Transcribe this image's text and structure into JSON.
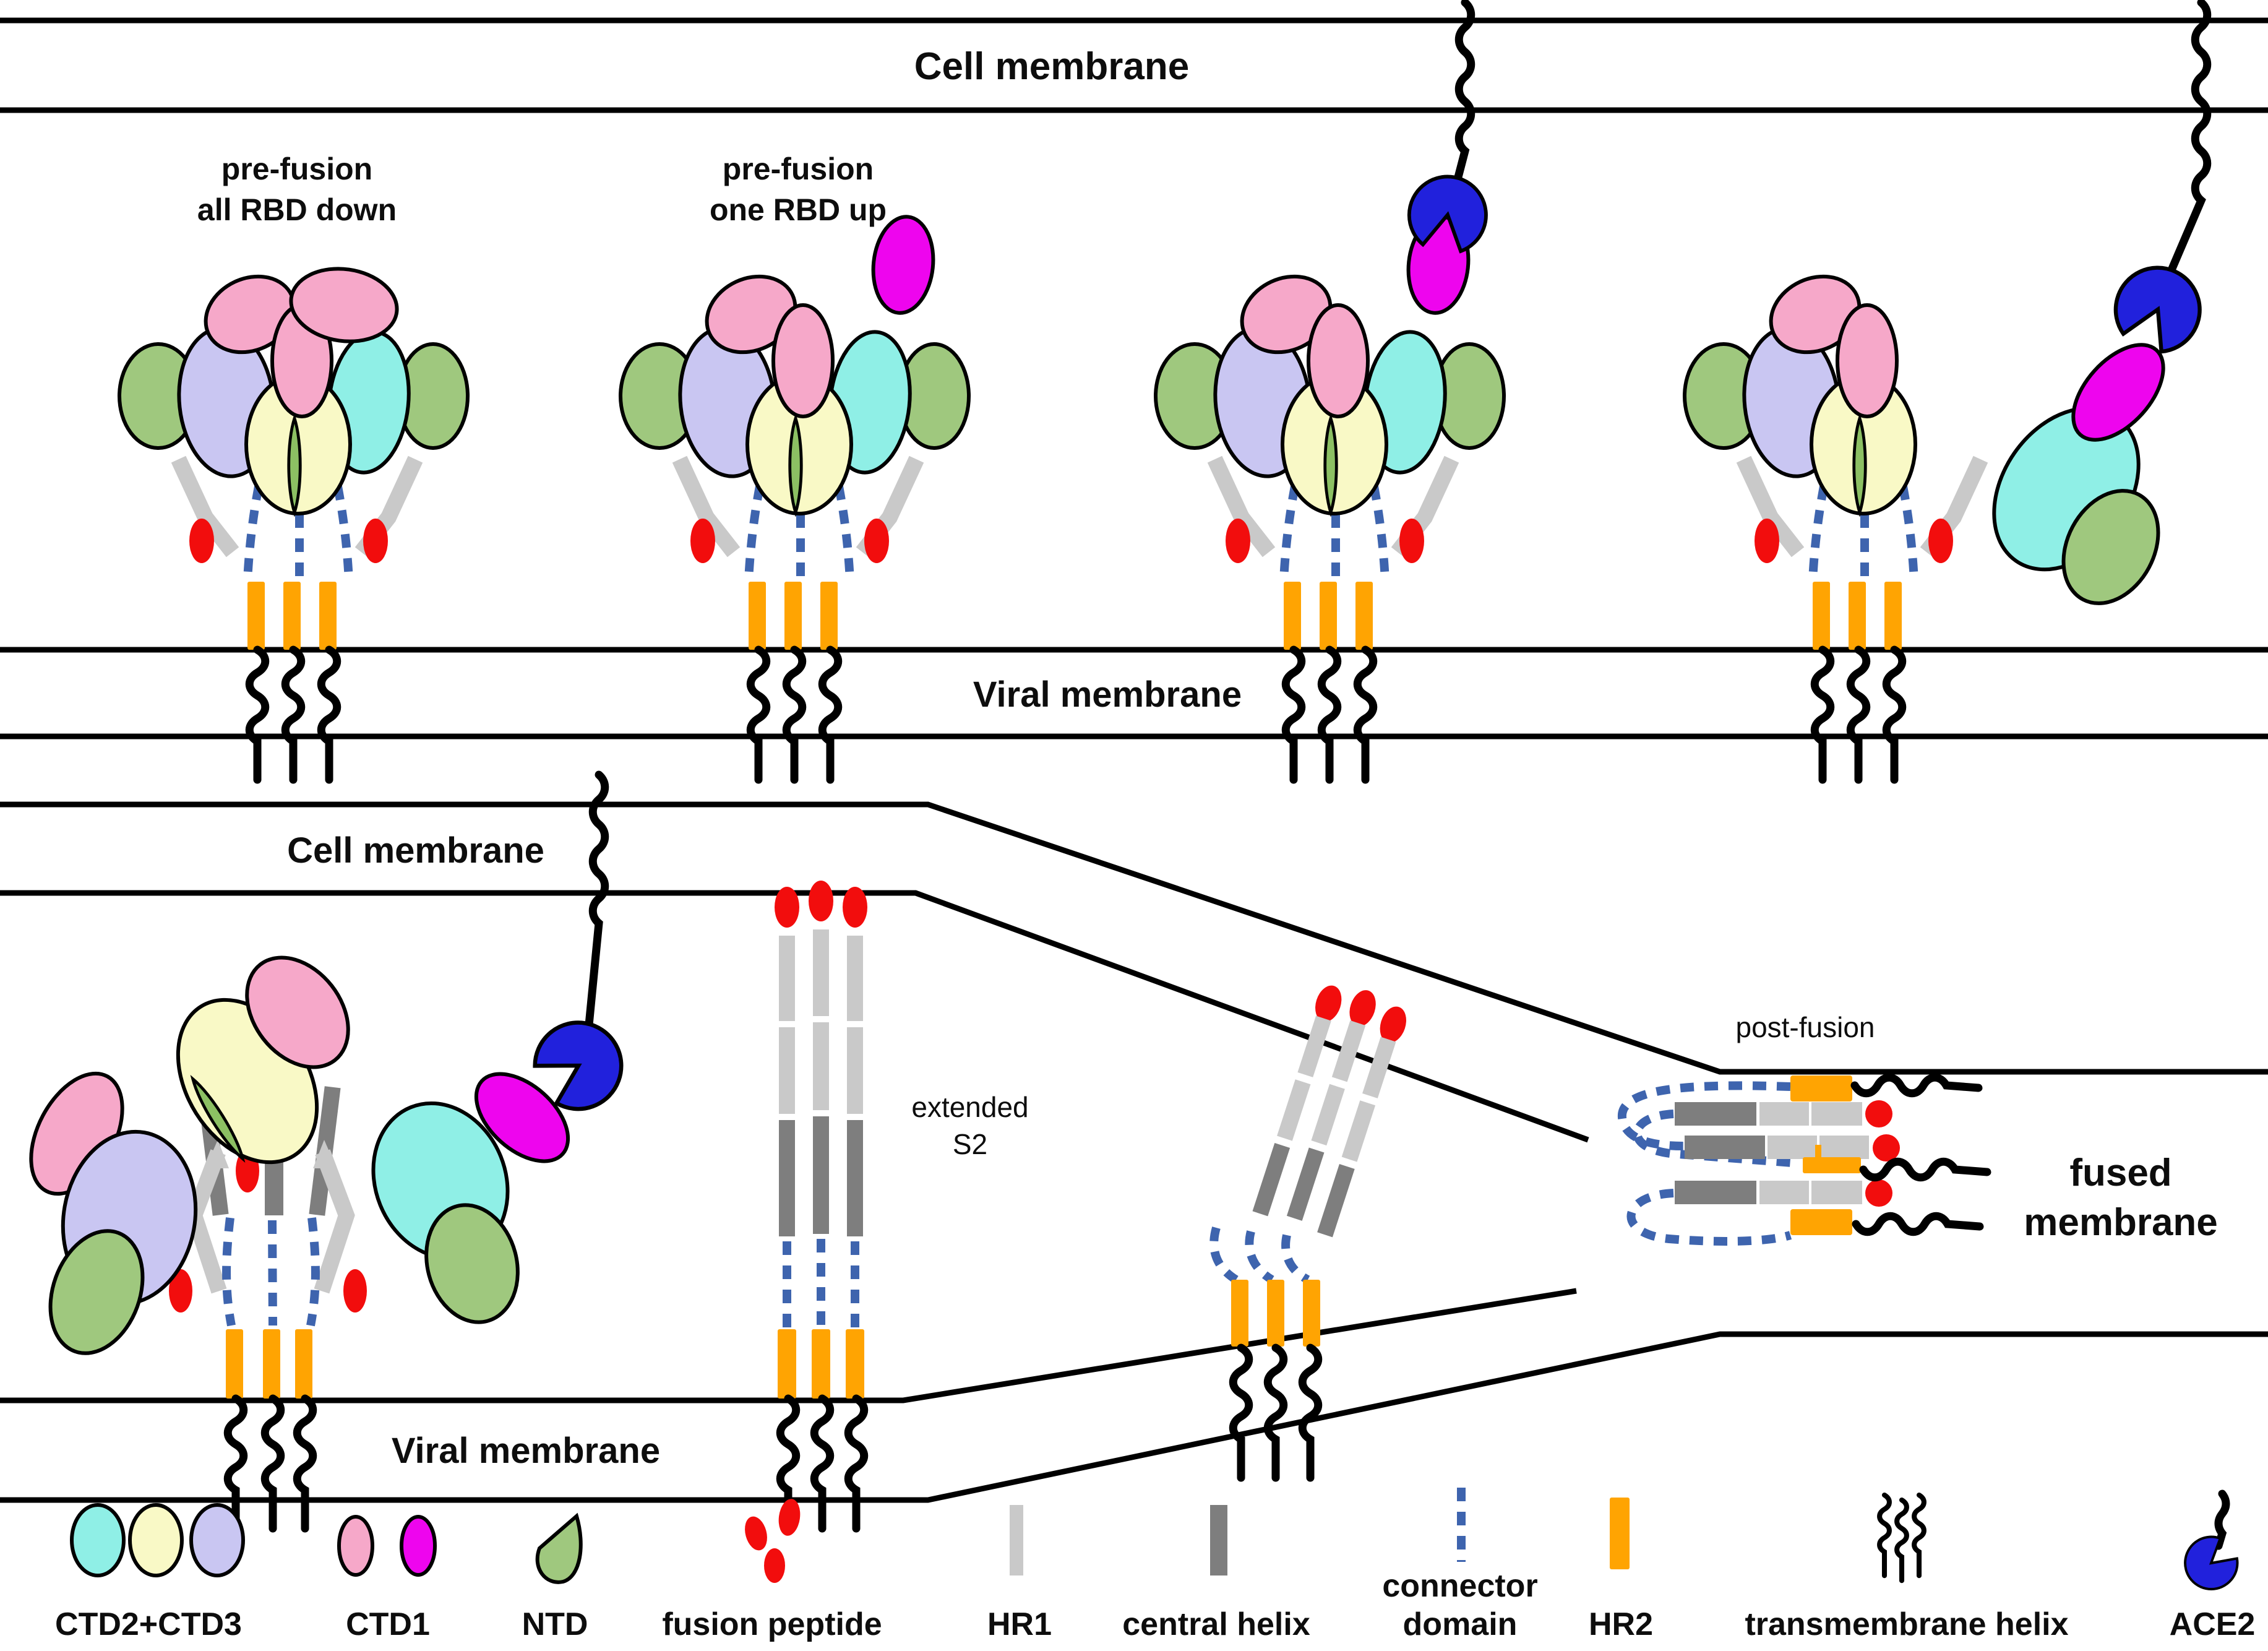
{
  "palette": {
    "pink_rbd_down": "#F6A8C9",
    "magenta_rbd_up": "#EE05EE",
    "lavender_ctd": "#C9C6F2",
    "cyan_ctd": "#8FEFE6",
    "pale_yellow_ctd": "#F9F9C6",
    "ntd_green": "#9FC87E",
    "leaf_green": "#8CC063",
    "hr1_light_gray": "#C9C9C9",
    "central_helix_dark_gray": "#7E7E7E",
    "hr2_orange": "#FFA402",
    "fusion_peptide_red": "#F20D0D",
    "ace2_blue": "#2121DC",
    "connector_blue": "#3E64AE",
    "membrane_black": "#000000"
  },
  "top_panel": {
    "cell_membrane_label": "Cell membrane",
    "viral_membrane_label": "Viral membrane",
    "state_all_down": {
      "line1": "pre-fusion",
      "line2": "all RBD down"
    },
    "state_one_up": {
      "line1": "pre-fusion",
      "line2": "one RBD up"
    }
  },
  "bottom_panel": {
    "cell_membrane_label": "Cell membrane",
    "viral_membrane_label": "Viral membrane",
    "extended_s2": {
      "line1": "extended",
      "line2": "S2"
    },
    "post_fusion_label": "post-fusion",
    "fused_membrane": {
      "line1": "fused",
      "line2": "membrane"
    }
  },
  "legend": {
    "ctd23": {
      "label": "CTD2+CTD3"
    },
    "ctd1": {
      "label": "CTD1"
    },
    "ntd": {
      "label": "NTD"
    },
    "fusion_peptide": {
      "label": "fusion peptide"
    },
    "hr1": {
      "label": "HR1"
    },
    "central_helix": {
      "label": "central helix"
    },
    "connector_domain": {
      "line1": "connector",
      "line2": "domain"
    },
    "hr2": {
      "label": "HR2"
    },
    "transmembrane_helix": {
      "label": "transmembrane helix"
    },
    "ace2": {
      "label": "ACE2"
    }
  }
}
